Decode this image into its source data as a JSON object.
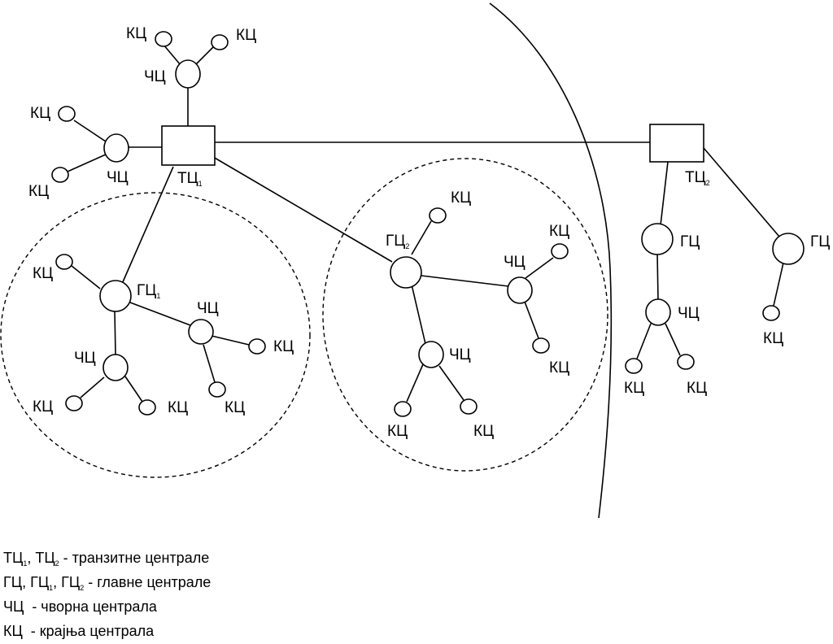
{
  "labels": {
    "kc": "КЦ",
    "cc": "ЧЦ",
    "gc": "ГЦ",
    "tc": "ТЦ",
    "sub1": "1",
    "sub2": "2"
  },
  "legend": {
    "line1": {
      "tc": "ТЦ",
      "sub1": "1",
      "comma": ", ",
      "tc2": "ТЦ",
      "sub2": "2",
      "desc": " - транзитне централе"
    },
    "line2": {
      "gc": "ГЦ",
      "sep1": ", ",
      "gc1": "ГЦ",
      "sub1": "1",
      "sep2": ", ",
      "gc2": "ГЦ",
      "sub2": "2",
      "desc": " - главне централе"
    },
    "line3": "ЧЦ  - чворна централа",
    "line4": "КЦ  - крајња централа"
  }
}
